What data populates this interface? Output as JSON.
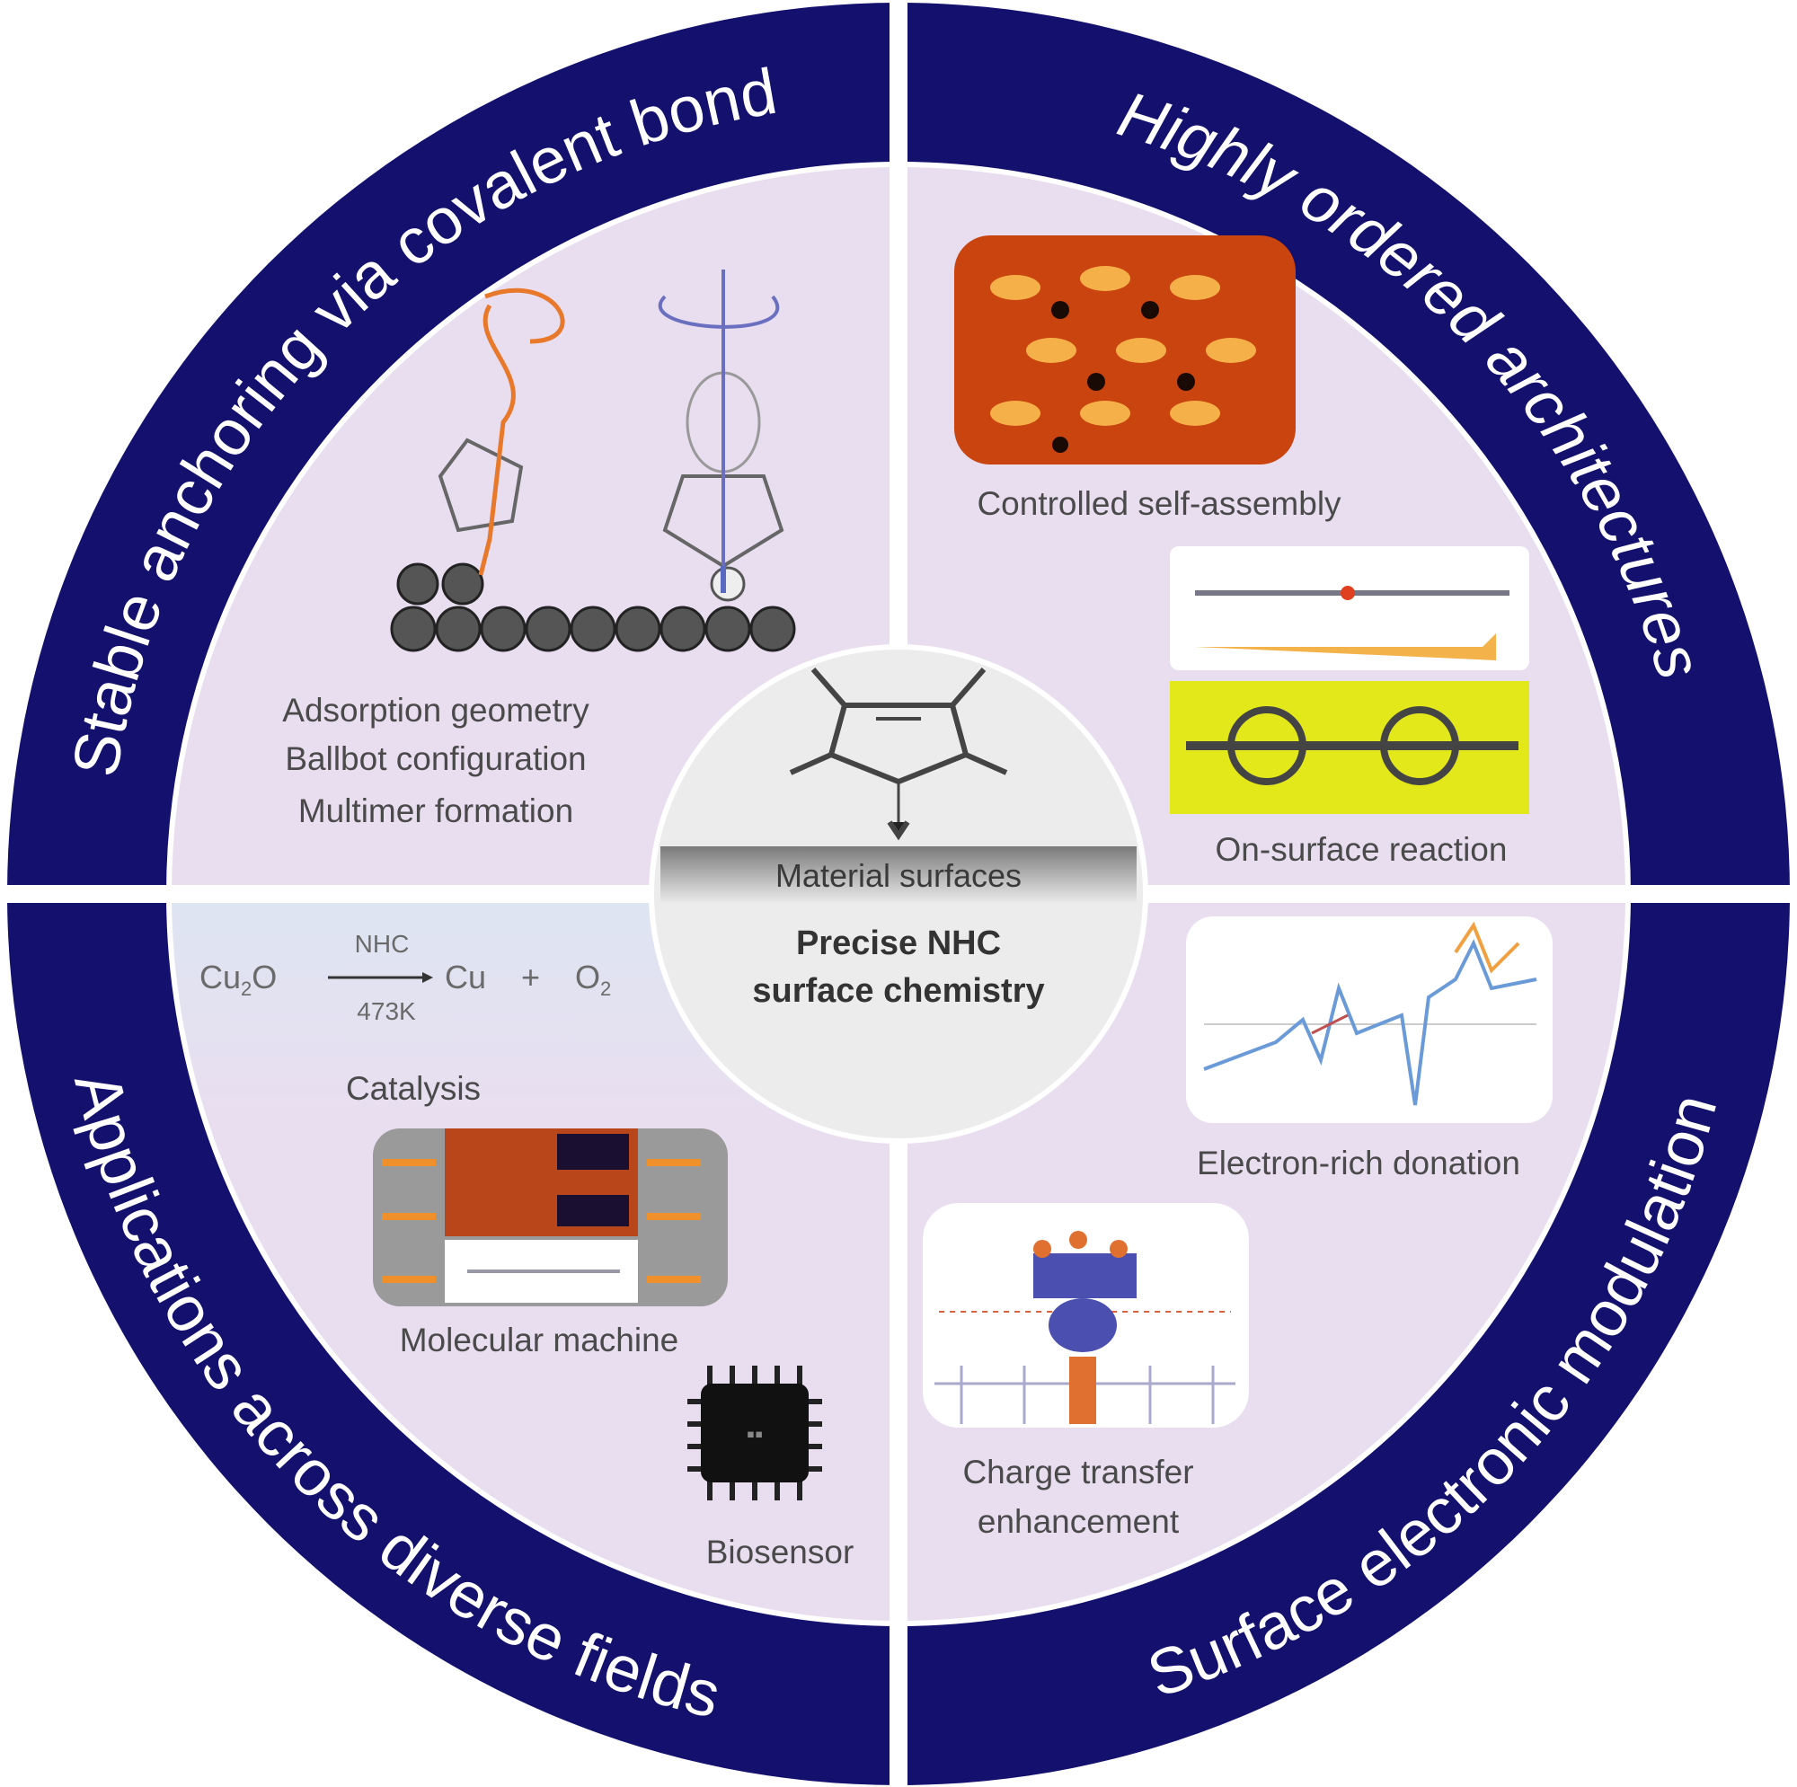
{
  "center": {
    "surface_label": "Material surfaces",
    "title_line1": "Precise NHC",
    "title_line2": "surface chemistry"
  },
  "quadrants": {
    "top_left": {
      "ring_title": "Stable anchoring via covalent bond",
      "labels": [
        "Adsorption geometry",
        "Ballbot configuration",
        "Multimer formation"
      ]
    },
    "top_right": {
      "ring_title": "Highly ordered architectures",
      "labels": [
        "Controlled self-assembly",
        "On-surface reaction"
      ]
    },
    "bottom_right": {
      "ring_title": "Surface electronic modulation",
      "labels": [
        "Electron-rich donation",
        "Charge transfer",
        "enhancement"
      ]
    },
    "bottom_left": {
      "ring_title": "Applications across diverse fields",
      "equation": {
        "reactant": "Cu",
        "reactant_sub": "2",
        "reactant_end": "O",
        "above_arrow": "NHC",
        "below_arrow": "473K",
        "product1": "Cu",
        "plus": "+",
        "product2": "O",
        "product2_sub": "2"
      },
      "labels": [
        "Catalysis",
        "Molecular machine",
        "Biosensor"
      ]
    }
  },
  "colors": {
    "ring": "#13106e",
    "quadrant_bg": "#e9def0",
    "center_bg": "#ececec",
    "catalysis_bg": "#dfe4f0"
  }
}
